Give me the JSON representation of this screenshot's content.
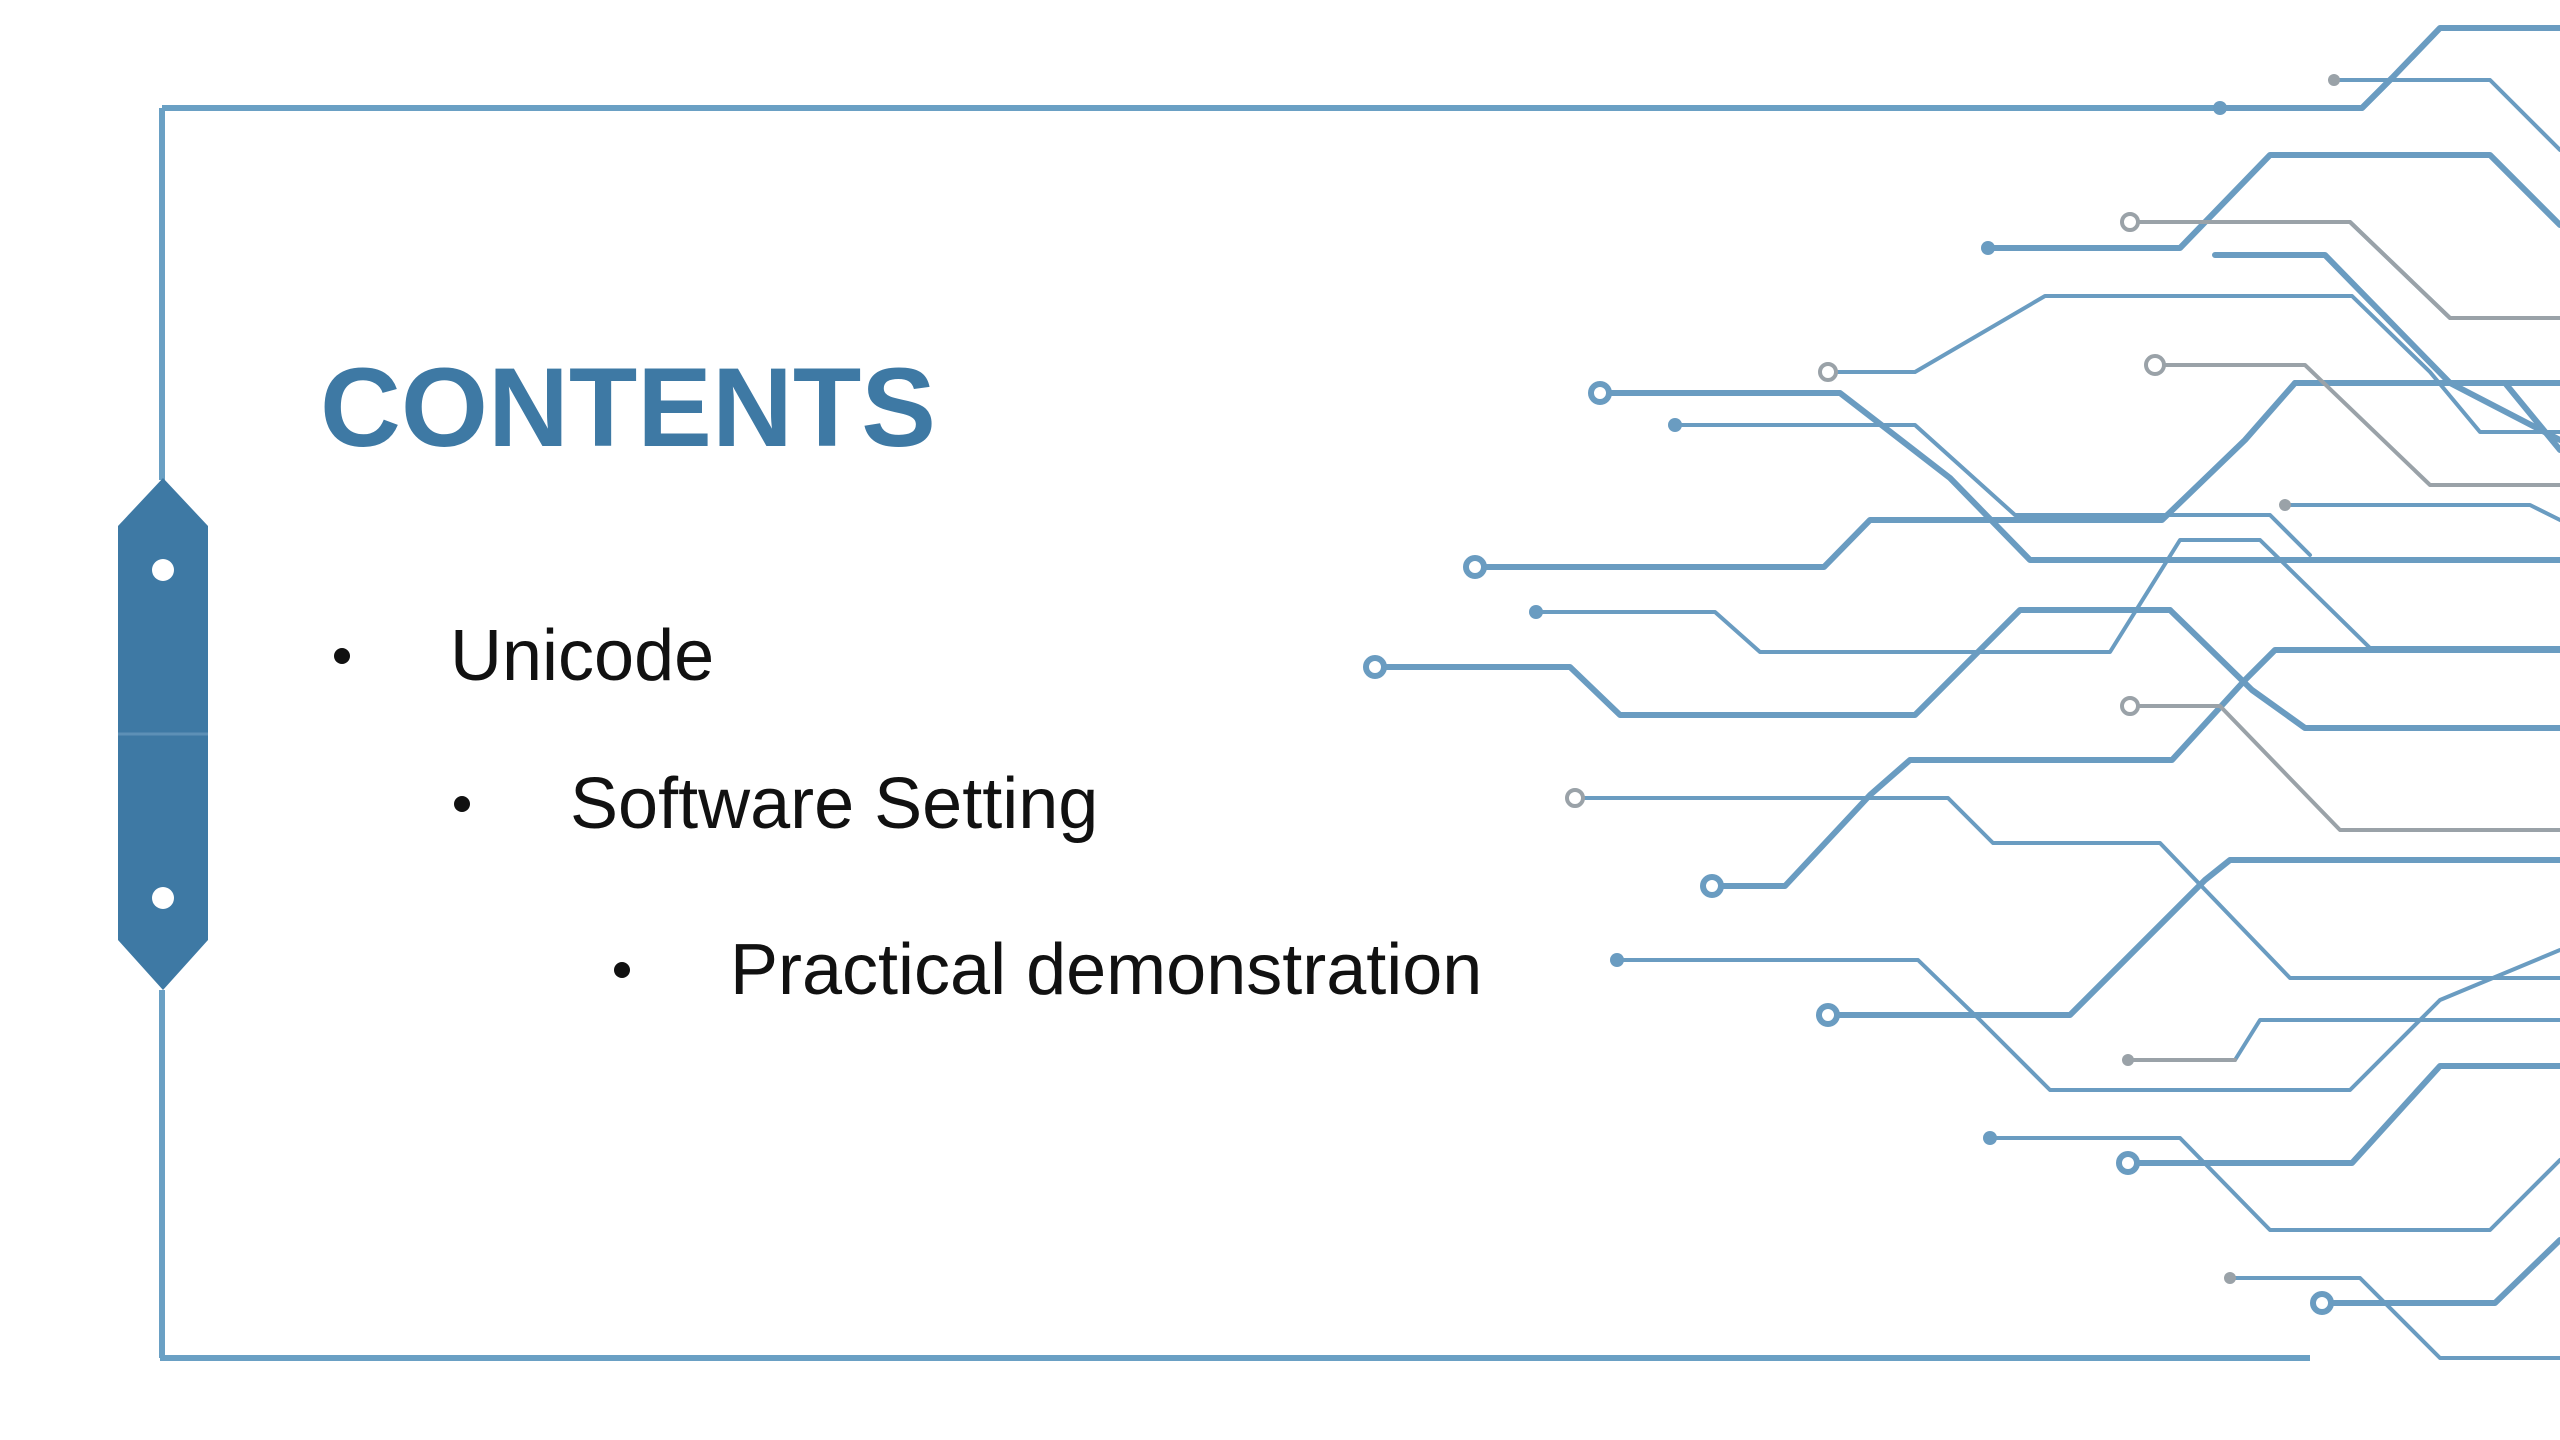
{
  "slide": {
    "title": "CONTENTS",
    "items": [
      {
        "label": "Unicode"
      },
      {
        "label": "Software Setting"
      },
      {
        "label": "Practical demonstration"
      }
    ]
  },
  "colors": {
    "accent": "#3e79a4",
    "frame_line": "#6aa0c4",
    "circuit_line": "#6a9cc1",
    "circuit_gray": "#9aa2a8",
    "text": "#111111",
    "background": "#ffffff"
  },
  "icons": {
    "side_tab": "side-tab-icon",
    "circuit": "circuit-decoration"
  }
}
